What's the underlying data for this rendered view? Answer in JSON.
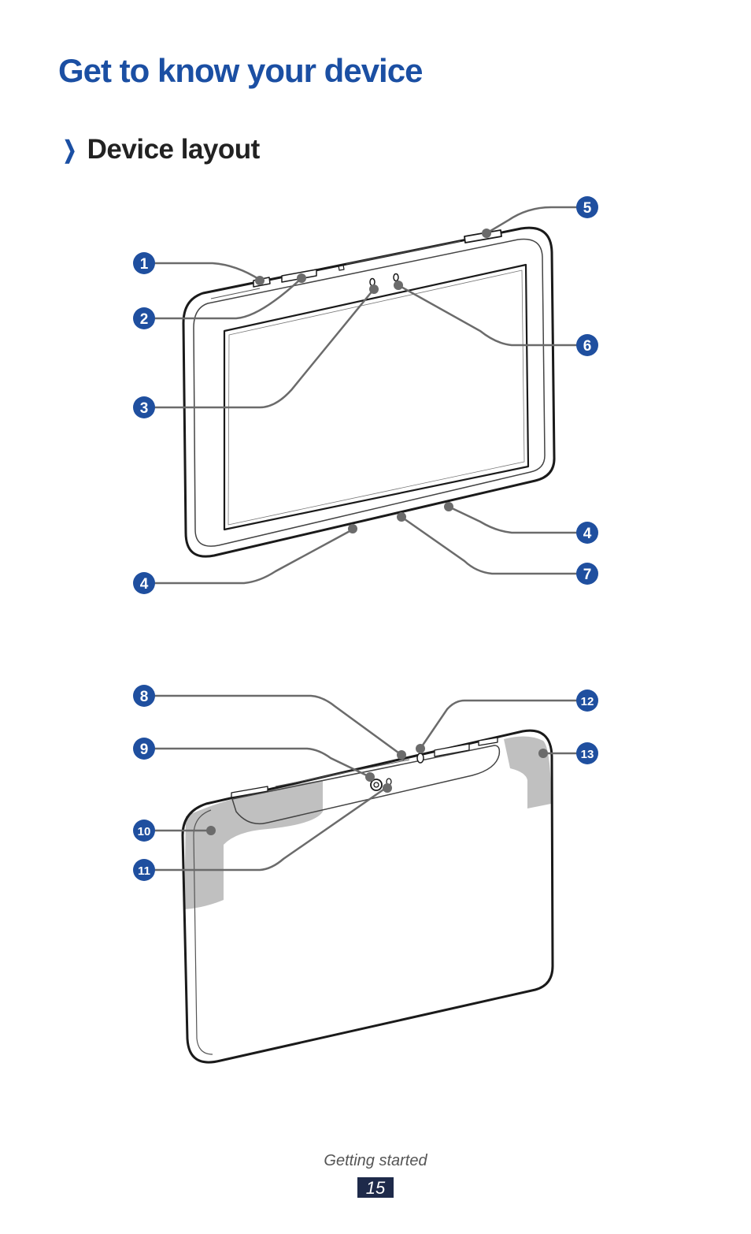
{
  "page": {
    "title": "Get to know your device",
    "section_heading": "Device layout",
    "section_marker": "❯",
    "footer_caption": "Getting started",
    "page_number": "15"
  },
  "colors": {
    "title_blue": "#1b4fa3",
    "callout_blue": "#1f4f9f",
    "leader_gray": "#6b6b6b",
    "highlight_gray": "#b9b9b9"
  },
  "front_view": {
    "callouts": [
      "1",
      "2",
      "3",
      "4",
      "5",
      "6",
      "4",
      "7"
    ]
  },
  "back_view": {
    "callouts": [
      "8",
      "9",
      "10",
      "11",
      "12",
      "13"
    ]
  }
}
